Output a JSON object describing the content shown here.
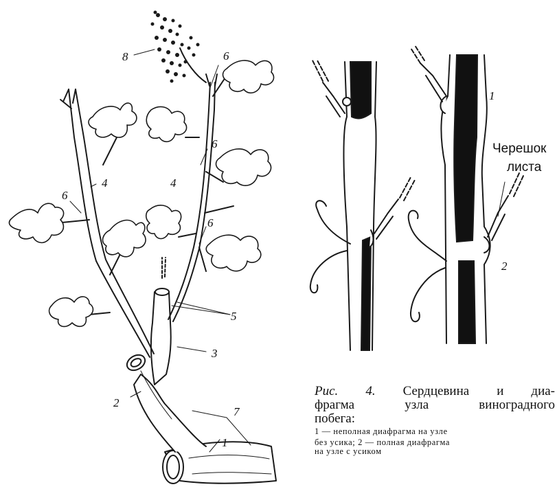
{
  "figure": {
    "left_labels": [
      "8",
      "6",
      "6",
      "4",
      "4",
      "6",
      "6",
      "5",
      "3",
      "2",
      "1",
      "7"
    ],
    "right_labels": {
      "n1": "1",
      "n2": "2",
      "petiole_line1": "Черешок",
      "petiole_line2": "листа"
    },
    "caption": {
      "ref": "Рис. 4.",
      "line1": "Сердцевина и диа-",
      "line2": "фрагма узла виноградного",
      "line3": "побега:",
      "body1": "1 — неполная диафрагма на узле",
      "body2": "без усика; 2 — полная диафрагма",
      "body3": "на узле с усиком"
    }
  }
}
